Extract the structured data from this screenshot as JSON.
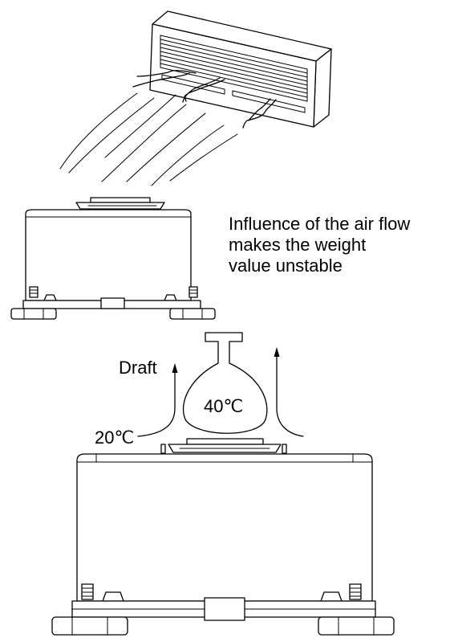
{
  "labels": {
    "air_flow_line1": "Influence of the air flow",
    "air_flow_line2": "makes the weight",
    "air_flow_line3": "value unstable",
    "draft": "Draft",
    "flask_temp": "40℃",
    "ambient_temp": "20℃"
  }
}
